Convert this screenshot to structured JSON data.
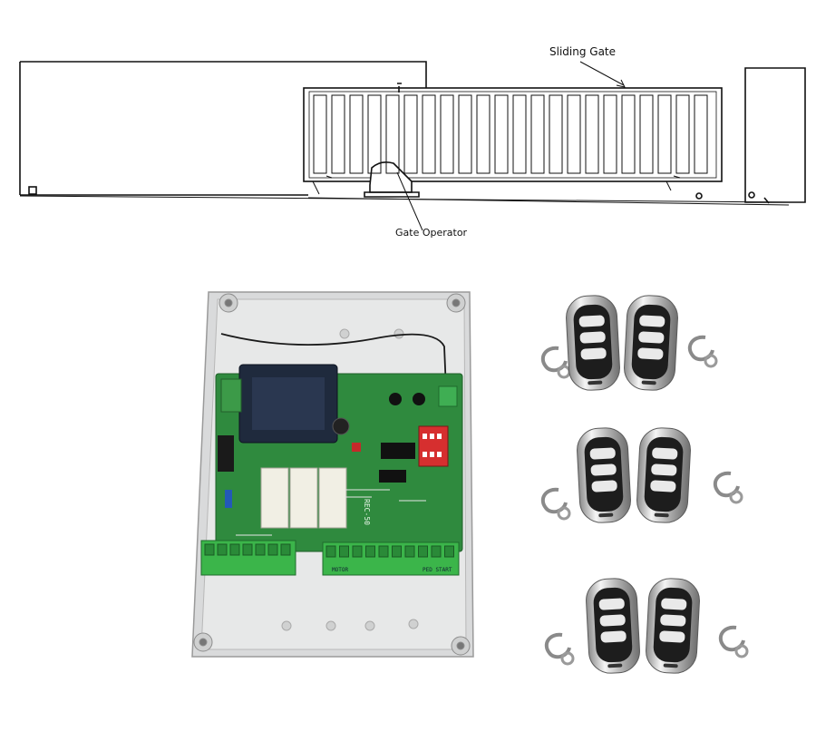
{
  "diagram": {
    "gate_label": "Sliding Gate",
    "operator_label": "Gate Operator"
  },
  "controller": {
    "board_marking": "REC-50",
    "terminal_left_text": "MOTOR",
    "terminal_right_text": "PED  START"
  },
  "remotes": {
    "count": 6
  }
}
